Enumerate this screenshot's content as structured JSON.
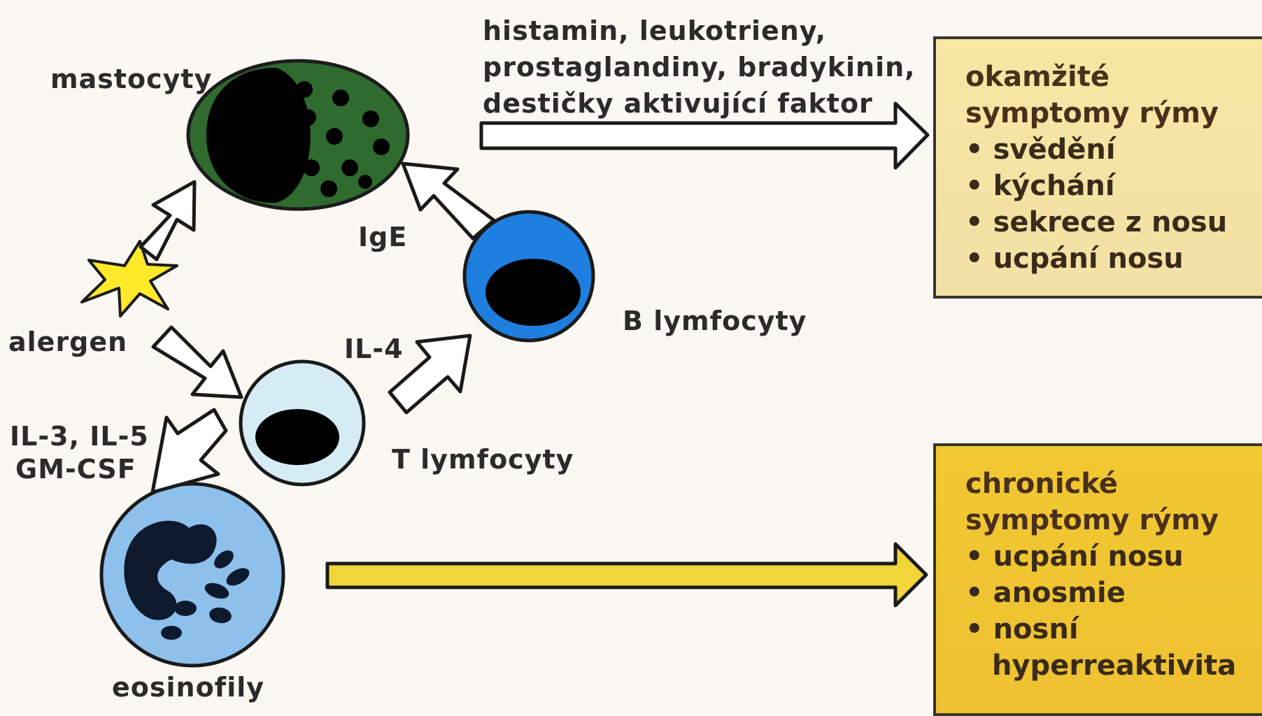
{
  "labels": {
    "mast": "mastocyty",
    "alergen": "alergen",
    "ige": "IgE",
    "il4": "IL-4",
    "b": "B lymfocyty",
    "t": "T lymfocyty",
    "il35": "IL-3, IL-5",
    "gmcsf": "GM-CSF",
    "eos": "eosinofily"
  },
  "mediators": [
    "histamin, leukotrieny,",
    "prostaglandiny, bradykinin,",
    "destičky aktivující faktor"
  ],
  "box_immediate": {
    "title_lines": [
      "okamžité",
      "symptomy rýmy"
    ],
    "items": [
      "svědění",
      "kýchání",
      "sekrece z nosu",
      "ucpání nosu"
    ]
  },
  "box_chronic": {
    "title_lines": [
      "chronické",
      "symptomy rýmy"
    ],
    "items": [
      "ucpání nosu",
      "anosmie",
      "nosní hyperreaktivita"
    ]
  },
  "colors": {
    "mast_cell": "#2f6b2f",
    "b_cell": "#1f7fe0",
    "t_cell": "#d6ecf5",
    "eosinophil": "#8ec0ec",
    "allergen": "#ffe92a",
    "immediate_box": "#f6e4a4",
    "chronic_box": "#efc431",
    "chronic_arrow": "#f1d53a"
  }
}
